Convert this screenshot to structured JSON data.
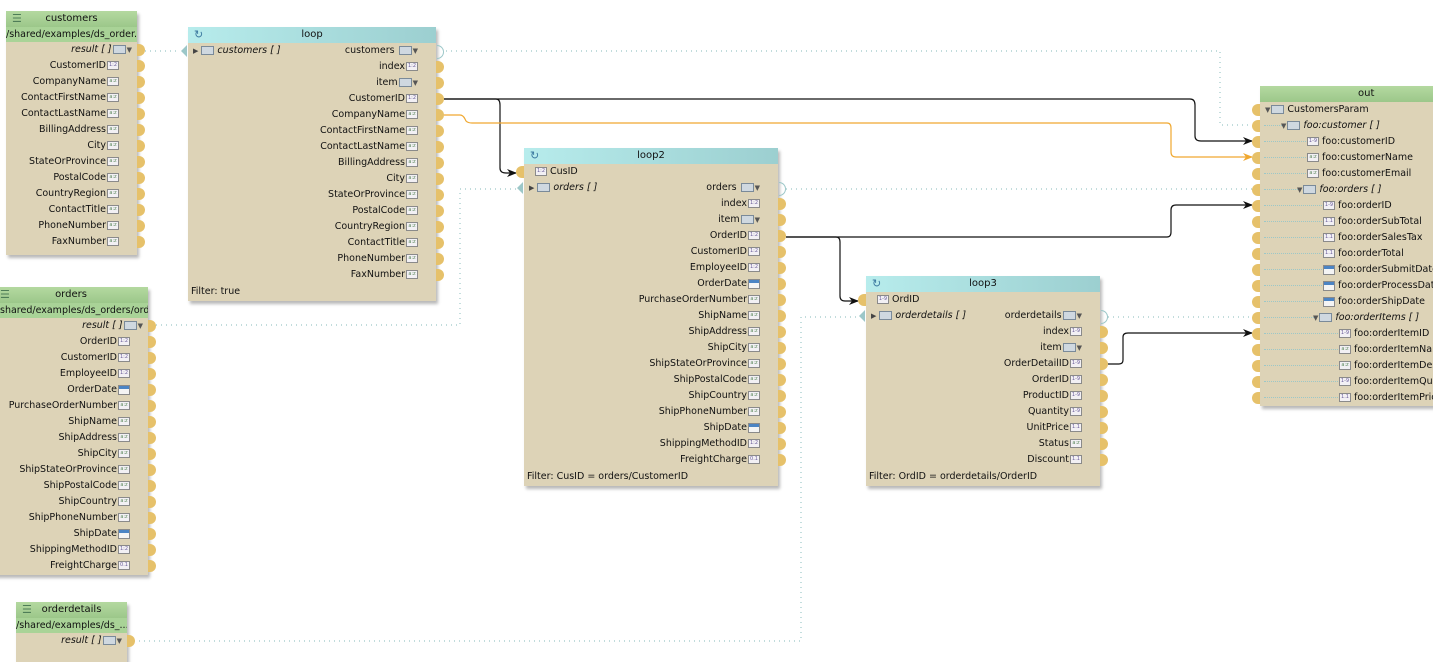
{
  "sources": {
    "customers": {
      "title": "customers",
      "path": "/shared/examples/ds_order...",
      "result": "result [ ]",
      "fields": [
        {
          "name": "CustomerID",
          "type": "1:2"
        },
        {
          "name": "CompanyName",
          "type": "a:z"
        },
        {
          "name": "ContactFirstName",
          "type": "a:z"
        },
        {
          "name": "ContactLastName",
          "type": "a:z"
        },
        {
          "name": "BillingAddress",
          "type": "a:z"
        },
        {
          "name": "City",
          "type": "a:z"
        },
        {
          "name": "StateOrProvince",
          "type": "a:z"
        },
        {
          "name": "PostalCode",
          "type": "a:z"
        },
        {
          "name": "CountryRegion",
          "type": "a:z"
        },
        {
          "name": "ContactTitle",
          "type": "a:z"
        },
        {
          "name": "PhoneNumber",
          "type": "a:z"
        },
        {
          "name": "FaxNumber",
          "type": "a:z"
        }
      ]
    },
    "orders": {
      "title": "orders",
      "path": "shared/examples/ds_orders/ord...",
      "result": "result [ ]",
      "fields": [
        {
          "name": "OrderID",
          "type": "1:2"
        },
        {
          "name": "CustomerID",
          "type": "1:2"
        },
        {
          "name": "EmployeeID",
          "type": "1:2"
        },
        {
          "name": "OrderDate",
          "type": "date"
        },
        {
          "name": "PurchaseOrderNumber",
          "type": "a:z"
        },
        {
          "name": "ShipName",
          "type": "a:z"
        },
        {
          "name": "ShipAddress",
          "type": "a:z"
        },
        {
          "name": "ShipCity",
          "type": "a:z"
        },
        {
          "name": "ShipStateOrProvince",
          "type": "a:z"
        },
        {
          "name": "ShipPostalCode",
          "type": "a:z"
        },
        {
          "name": "ShipCountry",
          "type": "a:z"
        },
        {
          "name": "ShipPhoneNumber",
          "type": "a:z"
        },
        {
          "name": "ShipDate",
          "type": "date"
        },
        {
          "name": "ShippingMethodID",
          "type": "1:2"
        },
        {
          "name": "FreightCharge",
          "type": "0.1"
        }
      ]
    },
    "orderdetails": {
      "title": "orderdetails",
      "path": "/shared/examples/ds_...",
      "result": "result [ ]"
    }
  },
  "loops": {
    "loop": {
      "title": "loop",
      "input": "customers [ ]",
      "collection": "customers",
      "index": "index",
      "item": "item",
      "fields": [
        "CustomerID",
        "CompanyName",
        "ContactFirstName",
        "ContactLastName",
        "BillingAddress",
        "City",
        "StateOrProvince",
        "PostalCode",
        "CountryRegion",
        "ContactTitle",
        "PhoneNumber",
        "FaxNumber"
      ],
      "filter": "Filter: true"
    },
    "loop2": {
      "title": "loop2",
      "param": "CusID",
      "input": "orders [ ]",
      "collection": "orders",
      "index": "index",
      "item": "item",
      "fields": [
        "OrderID",
        "CustomerID",
        "EmployeeID",
        "OrderDate",
        "PurchaseOrderNumber",
        "ShipName",
        "ShipAddress",
        "ShipCity",
        "ShipStateOrProvince",
        "ShipPostalCode",
        "ShipCountry",
        "ShipPhoneNumber",
        "ShipDate",
        "ShippingMethodID",
        "FreightCharge"
      ],
      "filter": "Filter: CusID = orders/CustomerID"
    },
    "loop3": {
      "title": "loop3",
      "param": "OrdID",
      "input": "orderdetails [ ]",
      "collection": "orderdetails",
      "index": "index",
      "item": "item",
      "fields": [
        "OrderDetailID",
        "OrderID",
        "ProductID",
        "Quantity",
        "UnitPrice",
        "Status",
        "Discount"
      ],
      "filter": "Filter: OrdID = orderdetails/OrderID"
    }
  },
  "out": {
    "title": "out",
    "rows": [
      {
        "label": "CustomersParam",
        "depth": 0,
        "kind": "group",
        "italic": false
      },
      {
        "label": "foo:customer [ ]",
        "depth": 1,
        "kind": "group",
        "italic": true
      },
      {
        "label": "foo:customerID",
        "depth": 2,
        "kind": "num",
        "italic": false
      },
      {
        "label": "foo:customerName",
        "depth": 2,
        "kind": "text",
        "italic": false
      },
      {
        "label": "foo:customerEmail",
        "depth": 2,
        "kind": "text",
        "italic": false
      },
      {
        "label": "foo:orders [ ]",
        "depth": 2,
        "kind": "group",
        "italic": true
      },
      {
        "label": "foo:orderID",
        "depth": 3,
        "kind": "num",
        "italic": false
      },
      {
        "label": "foo:orderSubTotal",
        "depth": 3,
        "kind": "dec",
        "italic": false
      },
      {
        "label": "foo:orderSalesTax",
        "depth": 3,
        "kind": "dec",
        "italic": false
      },
      {
        "label": "foo:orderTotal",
        "depth": 3,
        "kind": "dec",
        "italic": false
      },
      {
        "label": "foo:orderSubmitDate",
        "depth": 3,
        "kind": "date",
        "italic": false
      },
      {
        "label": "foo:orderProcessDate",
        "depth": 3,
        "kind": "date",
        "italic": false
      },
      {
        "label": "foo:orderShipDate",
        "depth": 3,
        "kind": "date",
        "italic": false
      },
      {
        "label": "foo:orderItems [ ]",
        "depth": 3,
        "kind": "group",
        "italic": true
      },
      {
        "label": "foo:orderItemID",
        "depth": 4,
        "kind": "num",
        "italic": false
      },
      {
        "label": "foo:orderItemName",
        "depth": 4,
        "kind": "text",
        "italic": false
      },
      {
        "label": "foo:orderItemDesc",
        "depth": 4,
        "kind": "text",
        "italic": false
      },
      {
        "label": "foo:orderItemQuantity",
        "depth": 4,
        "kind": "num",
        "italic": false
      },
      {
        "label": "foo:orderItemPrice",
        "depth": 4,
        "kind": "dec",
        "italic": false
      }
    ]
  },
  "icons": {
    "loop": "↻",
    "datasource": "☰",
    "expand": "▶",
    "collapse": "▼"
  },
  "colors": {
    "node_body": "#ddd3b7",
    "source_header": "#a9d397",
    "loop_header": "#a9dcdc",
    "port": "#e6c16a",
    "wire_black": "#111111",
    "wire_orange": "#f0a830",
    "wire_dotted": "#9cc7c8"
  }
}
